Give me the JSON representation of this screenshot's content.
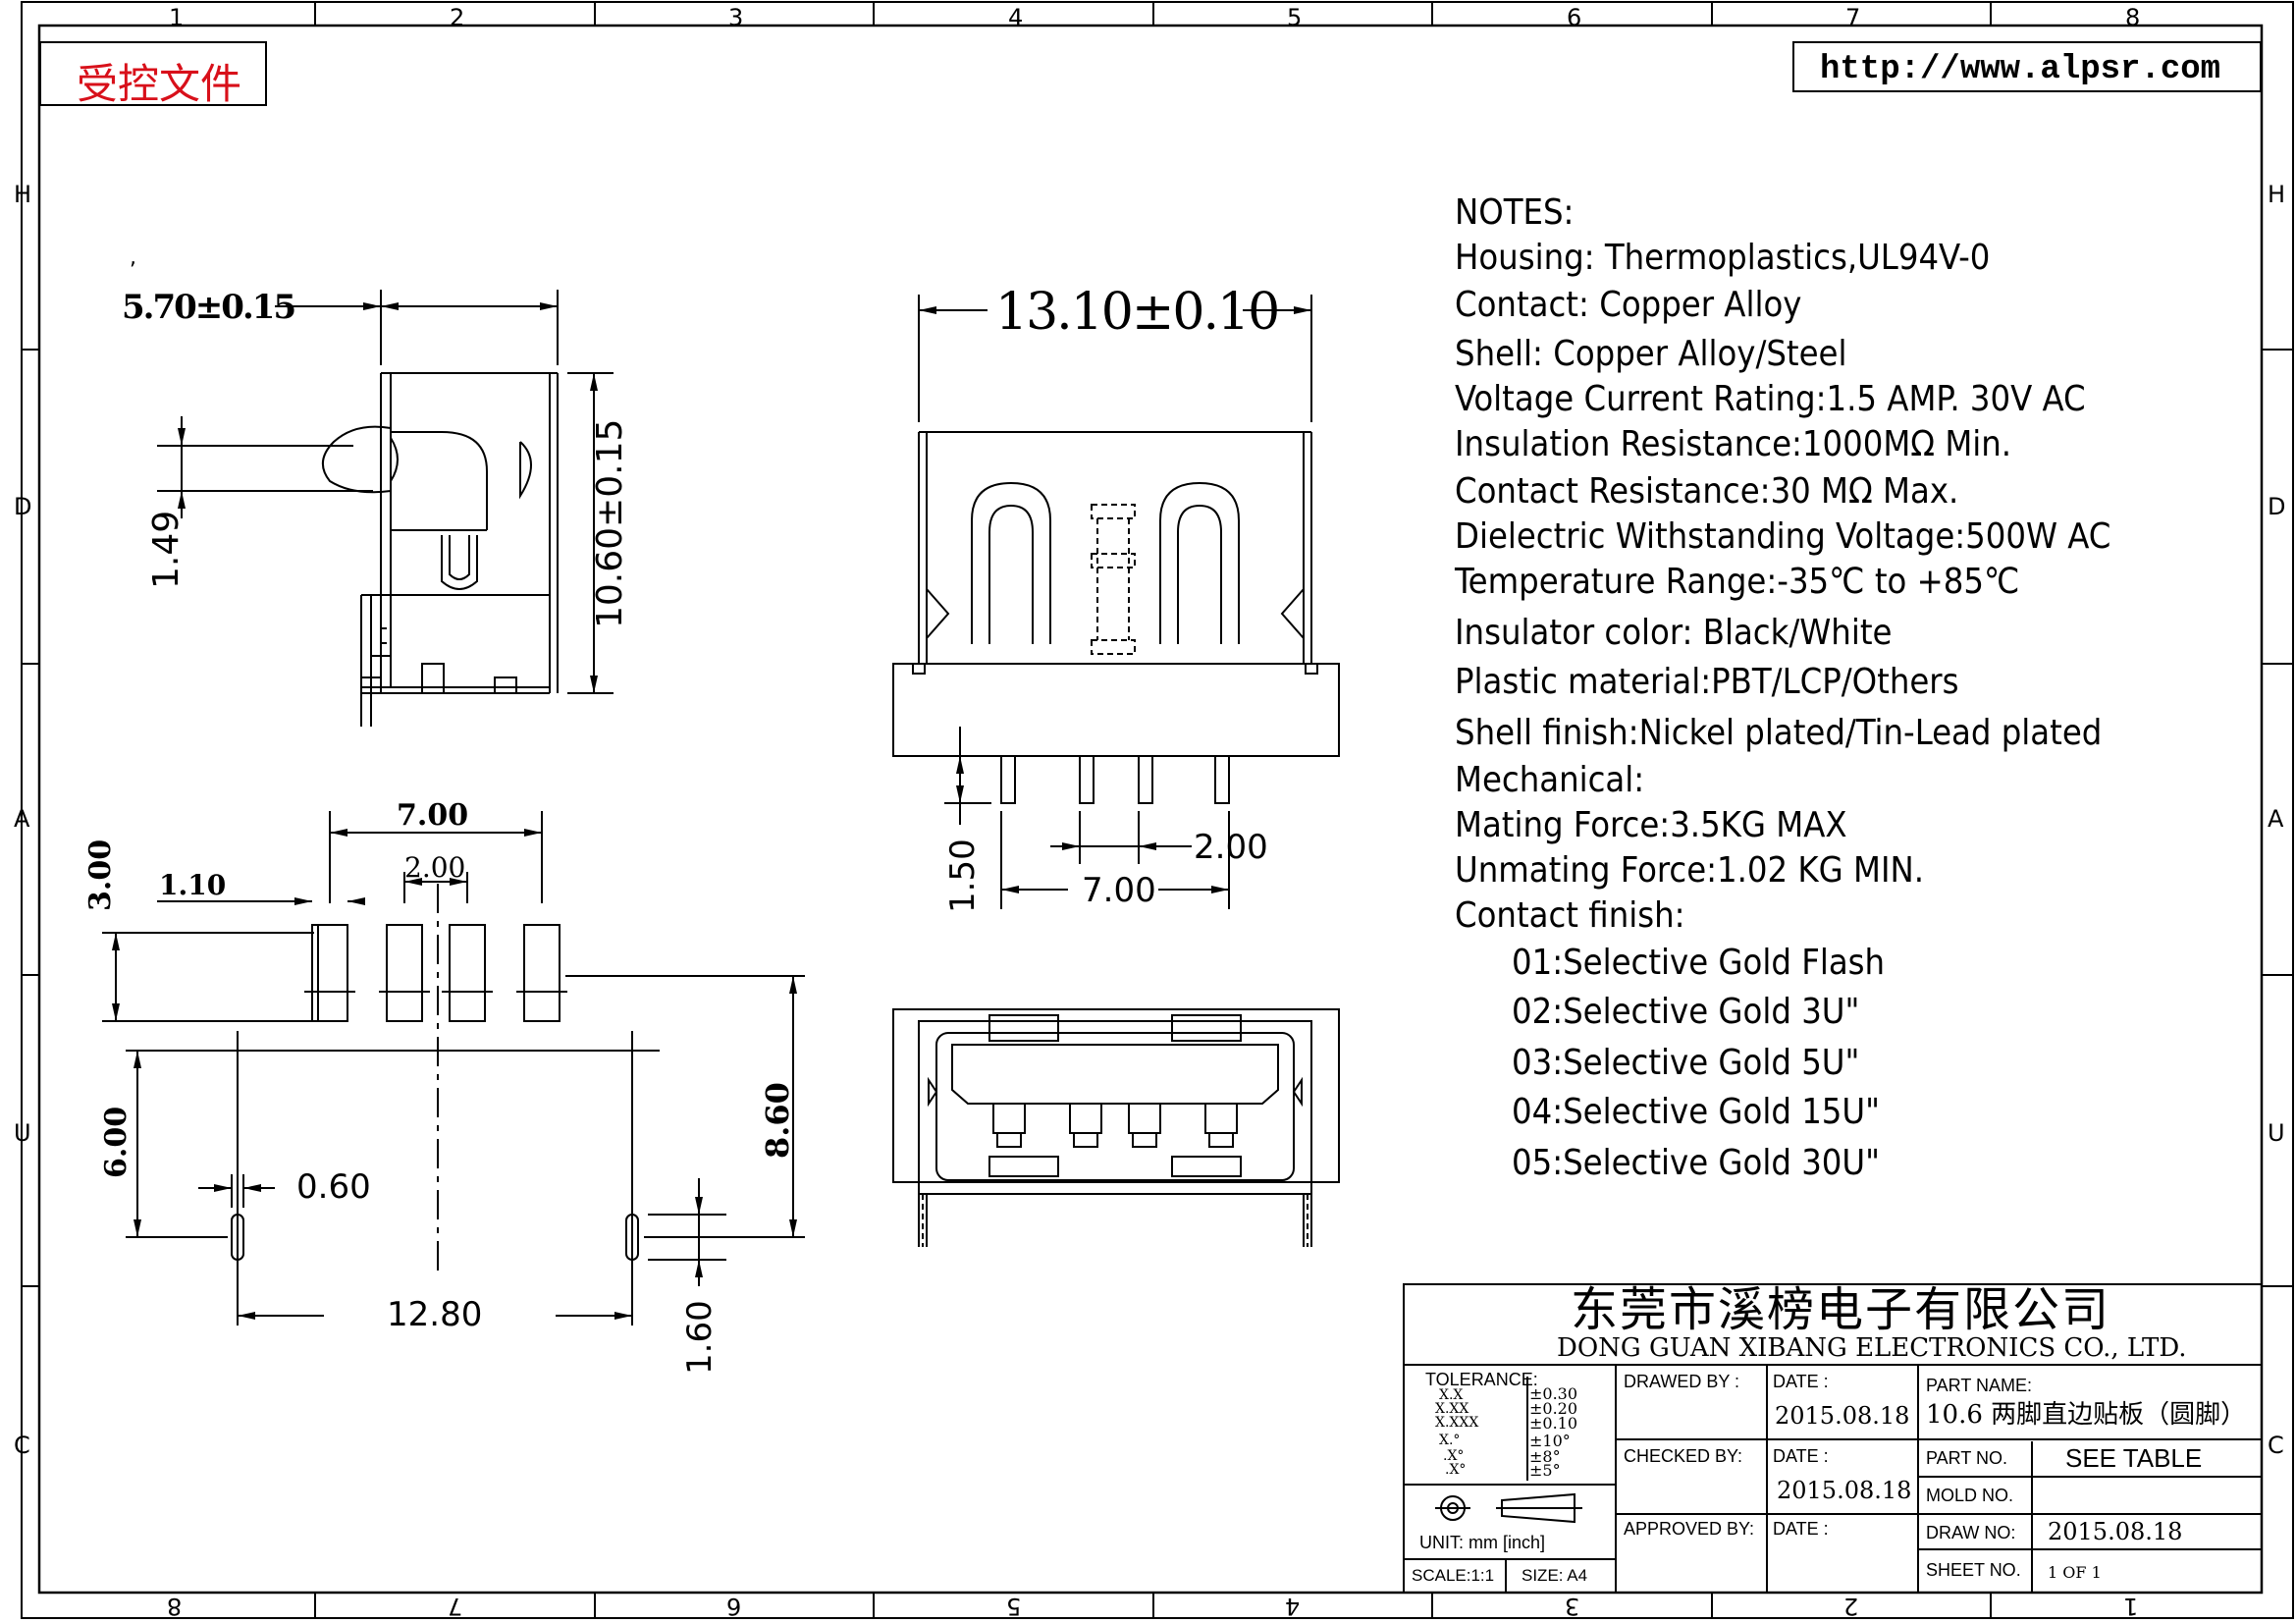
{
  "stamp": {
    "text": "受控文件",
    "color": "#d8101a"
  },
  "url": "http://www.alpsr.com",
  "grid": {
    "top_numbers": [
      "1",
      "2",
      "3",
      "4",
      "5",
      "6",
      "7",
      "8"
    ],
    "bottom_numbers": [
      "8",
      "7",
      "6",
      "5",
      "4",
      "3",
      "2",
      "1"
    ],
    "side_letters": [
      "H",
      "D",
      "A",
      "U",
      "C"
    ]
  },
  "dims": {
    "side_width": "5.70±0.15",
    "side_height": "10.60±0.15",
    "side_149": "1.49",
    "front_width": "13.10±0.10",
    "front_150": "1.50",
    "front_200": "2.00",
    "front_700": "7.00",
    "fp_700": "7.00",
    "fp_200": "2.00",
    "fp_110": "1.10",
    "fp_300": "3.00",
    "fp_600": "6.00",
    "fp_060": "0.60",
    "fp_1280": "12.80",
    "fp_160": "1.60",
    "fp_860": "8.60",
    "comma": ","
  },
  "notes": [
    "NOTES:",
    "Housing:  Thermoplastics,UL94V-0",
    "Contact:  Copper  Alloy",
    "Shell:  Copper  Alloy/Steel",
    "Voltage  Current  Rating:1.5  AMP.  30V  AC",
    "Insulation  Resistance:1000MΩ  Min.",
    "Contact  Resistance:30  MΩ  Max.",
    "Dielectric  Withstanding  Voltage:500W  AC",
    "Temperature  Range:-35℃  to  +85℃",
    "Insulator  color:  Black/White",
    "Plastic  material:PBT/LCP/Others",
    "Shell  finish:Nickel  plated/Tin-Lead  plated",
    "Mechanical:",
    "Mating  Force:3.5KG  MAX",
    "Unmating  Force:1.02  KG  MIN.",
    "Contact  finish:",
    "01:Selective  Gold  Flash",
    "02:Selective  Gold  3U\"",
    "03:Selective  Gold  5U\"",
    "04:Selective  Gold  15U\"",
    "05:Selective  Gold  30U\""
  ],
  "title_block": {
    "company_cn": "东莞市溪榜电子有限公司",
    "company_en": "DONG GUAN XIBANG ELECTRONICS CO., LTD.",
    "tolerance_label": "TOLERANCE:",
    "tol_x": "X.X",
    "tol_xx": "X.XX",
    "tol_xxx": "X.XXX",
    "tol_x_deg": "X.°",
    "tol_xdeg": ".X°",
    "tol_xdeg2": ".X°",
    "tol_v1": "±0.30",
    "tol_v2": "±0.20",
    "tol_v3": "±0.10",
    "tol_v4": "±10°",
    "tol_v5": "±8°",
    "tol_v6": "±5°",
    "unit": "UNIT:  mm  [inch]",
    "scale": "SCALE:1:1",
    "size": "SIZE:  A4",
    "drawn_by": "DRAWED  BY :",
    "checked_by": "CHECKED  BY:",
    "approved_by": "APPROVED  BY:",
    "date_label": "DATE  :",
    "date1": "2015.08.18",
    "date2": "2015.08.18",
    "part_name_label": "PART  NAME:",
    "part_name": "10.6 两脚直边贴板（圆脚）",
    "part_no_label": "PART  NO.",
    "part_no": "SEE  TABLE",
    "mold_no_label": "MOLD  NO.",
    "draw_no_label": "DRAW  NO:",
    "draw_no": "2015.08.18",
    "sheet_no_label": "SHEET  NO.",
    "sheet_no": "1 OF 1"
  }
}
